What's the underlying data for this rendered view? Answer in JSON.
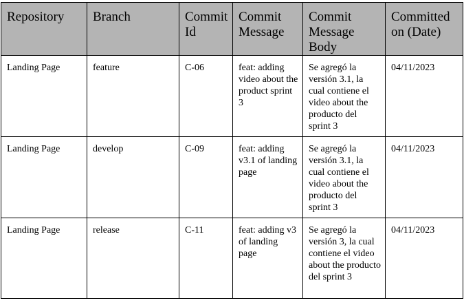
{
  "table": {
    "headers": [
      "Repository",
      "Branch",
      "Commit Id",
      "Commit Message",
      "Commit Message Body",
      "Committed on (Date)"
    ],
    "rows": [
      {
        "repository": "Landing Page",
        "branch": "feature",
        "commit_id": "C-06",
        "commit_message": "feat: adding video about the product sprint 3",
        "commit_message_body": "Se agregó la versión 3.1, la cual contiene el video about the producto del sprint 3",
        "committed_on": "04/11/2023"
      },
      {
        "repository": "Landing Page",
        "branch": "develop",
        "commit_id": "C-09",
        "commit_message": "feat: adding v3.1 of landing page",
        "commit_message_body": "Se agregó la versión 3.1, la cual contiene el video about the producto del sprint 3",
        "committed_on": "04/11/2023"
      },
      {
        "repository": "Landing Page",
        "branch": "release",
        "commit_id": "C-11",
        "commit_message": "feat: adding v3 of landing page",
        "commit_message_body": "Se agregó la versión 3, la cual contiene el video about the producto del sprint 3",
        "committed_on": "04/11/2023"
      }
    ]
  }
}
